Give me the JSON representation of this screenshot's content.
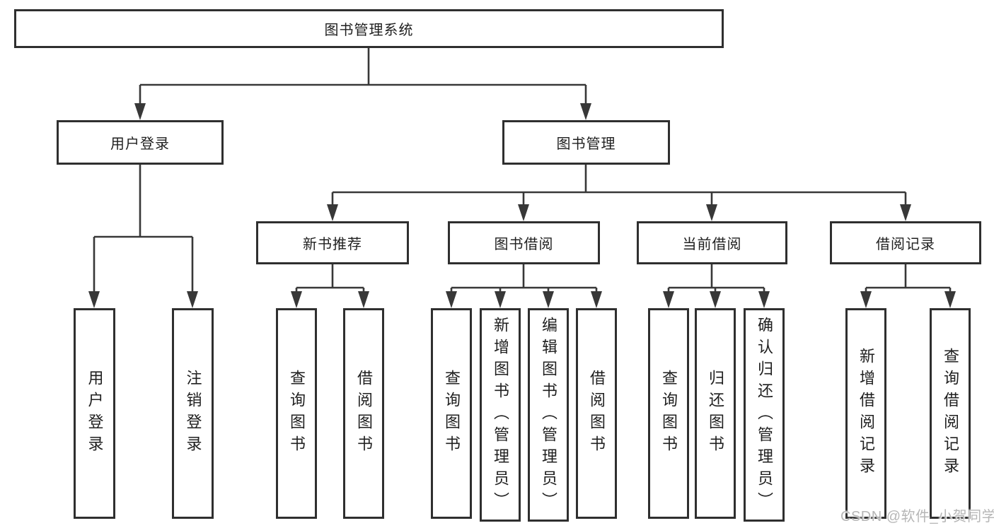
{
  "diagram": {
    "nodes": {
      "root": "图书管理系统",
      "user_login": "用户登录",
      "book_mgmt": "图书管理",
      "new_books": "新书推荐",
      "book_borrow": "图书借阅",
      "current_borrow": "当前借阅",
      "borrow_records": "借阅记录"
    },
    "leaves": {
      "user_login": [
        "用户登录",
        "注销登录"
      ],
      "new_books": [
        "查询图书",
        "借阅图书"
      ],
      "book_borrow": [
        "查询图书",
        "新增图书（管理员）",
        "编辑图书（管理员）",
        "借阅图书"
      ],
      "current_borrow": [
        "查询图书",
        "归还图书",
        "确认归还（管理员）"
      ],
      "borrow_records": [
        "新增借阅记录",
        "查询借阅记录"
      ]
    },
    "watermark": "CSDN @软件_小贺同学",
    "colors": {
      "box_border": "#2f2f2f",
      "line": "#383838",
      "background": "#ffffff",
      "watermark": "#b2b2b2"
    }
  }
}
